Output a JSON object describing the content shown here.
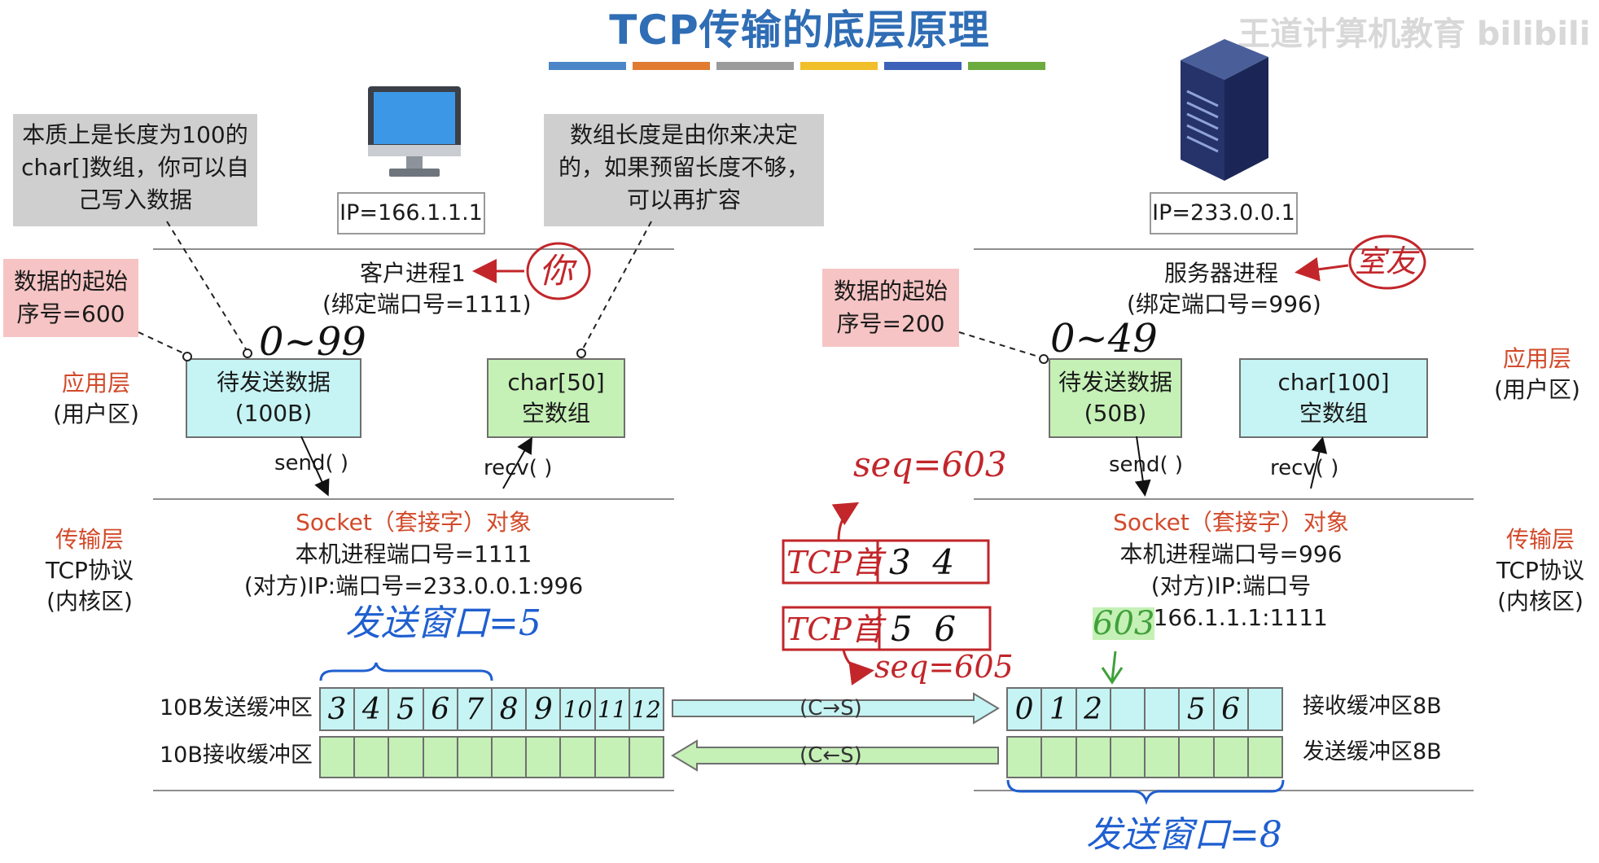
{
  "title": "TCP传输的底层原理",
  "title_bar_colors": [
    "#4a86c8",
    "#e07b30",
    "#9b9b9b",
    "#f0bf2a",
    "#3b62b8",
    "#6cab3e"
  ],
  "watermark": "王道计算机教育 bilibili",
  "notes": {
    "left": [
      "本质上是长度为100的",
      "char[]数组，你可以自",
      "己写入数据"
    ],
    "middle": [
      "数组长度是由你来决定",
      "的，如果预留长度不够，",
      "可以再扩容"
    ]
  },
  "client": {
    "ip": "IP=166.1.1.1",
    "process": "客户进程1",
    "port_bind": "(绑定端口号=1111)",
    "start_seq": [
      "数据的起始",
      "序号=600"
    ],
    "send_box": [
      "待发送数据",
      "(100B)"
    ],
    "recv_box": [
      "char[50]",
      "空数组"
    ],
    "send_call": "send( )",
    "recv_call": "recv( )",
    "socket_title": "Socket（套接字）对象",
    "local_port": "本机进程端口号=1111",
    "peer": "(对方)IP:端口号=233.0.0.1:996",
    "send_buffer_label": "10B发送缓冲区",
    "recv_buffer_label": "10B接收缓冲区",
    "send_buffer_cells": [
      "3",
      "4",
      "5",
      "6",
      "7",
      "8",
      "9",
      "10",
      "11",
      "12"
    ],
    "recv_buffer_cells": [
      "",
      "",
      "",
      "",
      "",
      "",
      "",
      "",
      "",
      ""
    ]
  },
  "server": {
    "ip": "IP=233.0.0.1",
    "process": "服务器进程",
    "port_bind": "(绑定端口号=996)",
    "start_seq": [
      "数据的起始",
      "序号=200"
    ],
    "send_box": [
      "待发送数据",
      "(50B)"
    ],
    "recv_box": [
      "char[100]",
      "空数组"
    ],
    "send_call": "send( )",
    "recv_call": "recv( )",
    "socket_title": "Socket（套接字）对象",
    "local_port": "本机进程端口号=996",
    "peer": "(对方)IP:端口号=166.1.1.1:1111",
    "recv_buffer_label": "接收缓冲区8B",
    "send_buffer_label": "发送缓冲区8B",
    "recv_buffer_cells": [
      "0",
      "1",
      "2",
      "",
      "",
      "5",
      "6",
      ""
    ],
    "send_buffer_cells": [
      "",
      "",
      "",
      "",
      "",
      "",
      "",
      ""
    ]
  },
  "layers": {
    "app": [
      "应用层",
      "(用户区)"
    ],
    "transport": [
      "传输层",
      "TCP协议",
      "(内核区)"
    ]
  },
  "channels": {
    "c_to_s": "(C→S)",
    "c_from_s": "(C←S)"
  },
  "annotations": {
    "you": "你",
    "friend": "室友",
    "client_range": "0~99",
    "server_range": "0~49",
    "send_window_client": "发送窗口=5",
    "send_window_server": "发送窗口=8",
    "seq_603": "seq=603",
    "seq_605": "seq=605",
    "recv_603": "603",
    "packet1": {
      "header": "TCP首",
      "data": "3  4"
    },
    "packet2": {
      "header": "TCP首",
      "data": "5  6"
    }
  }
}
